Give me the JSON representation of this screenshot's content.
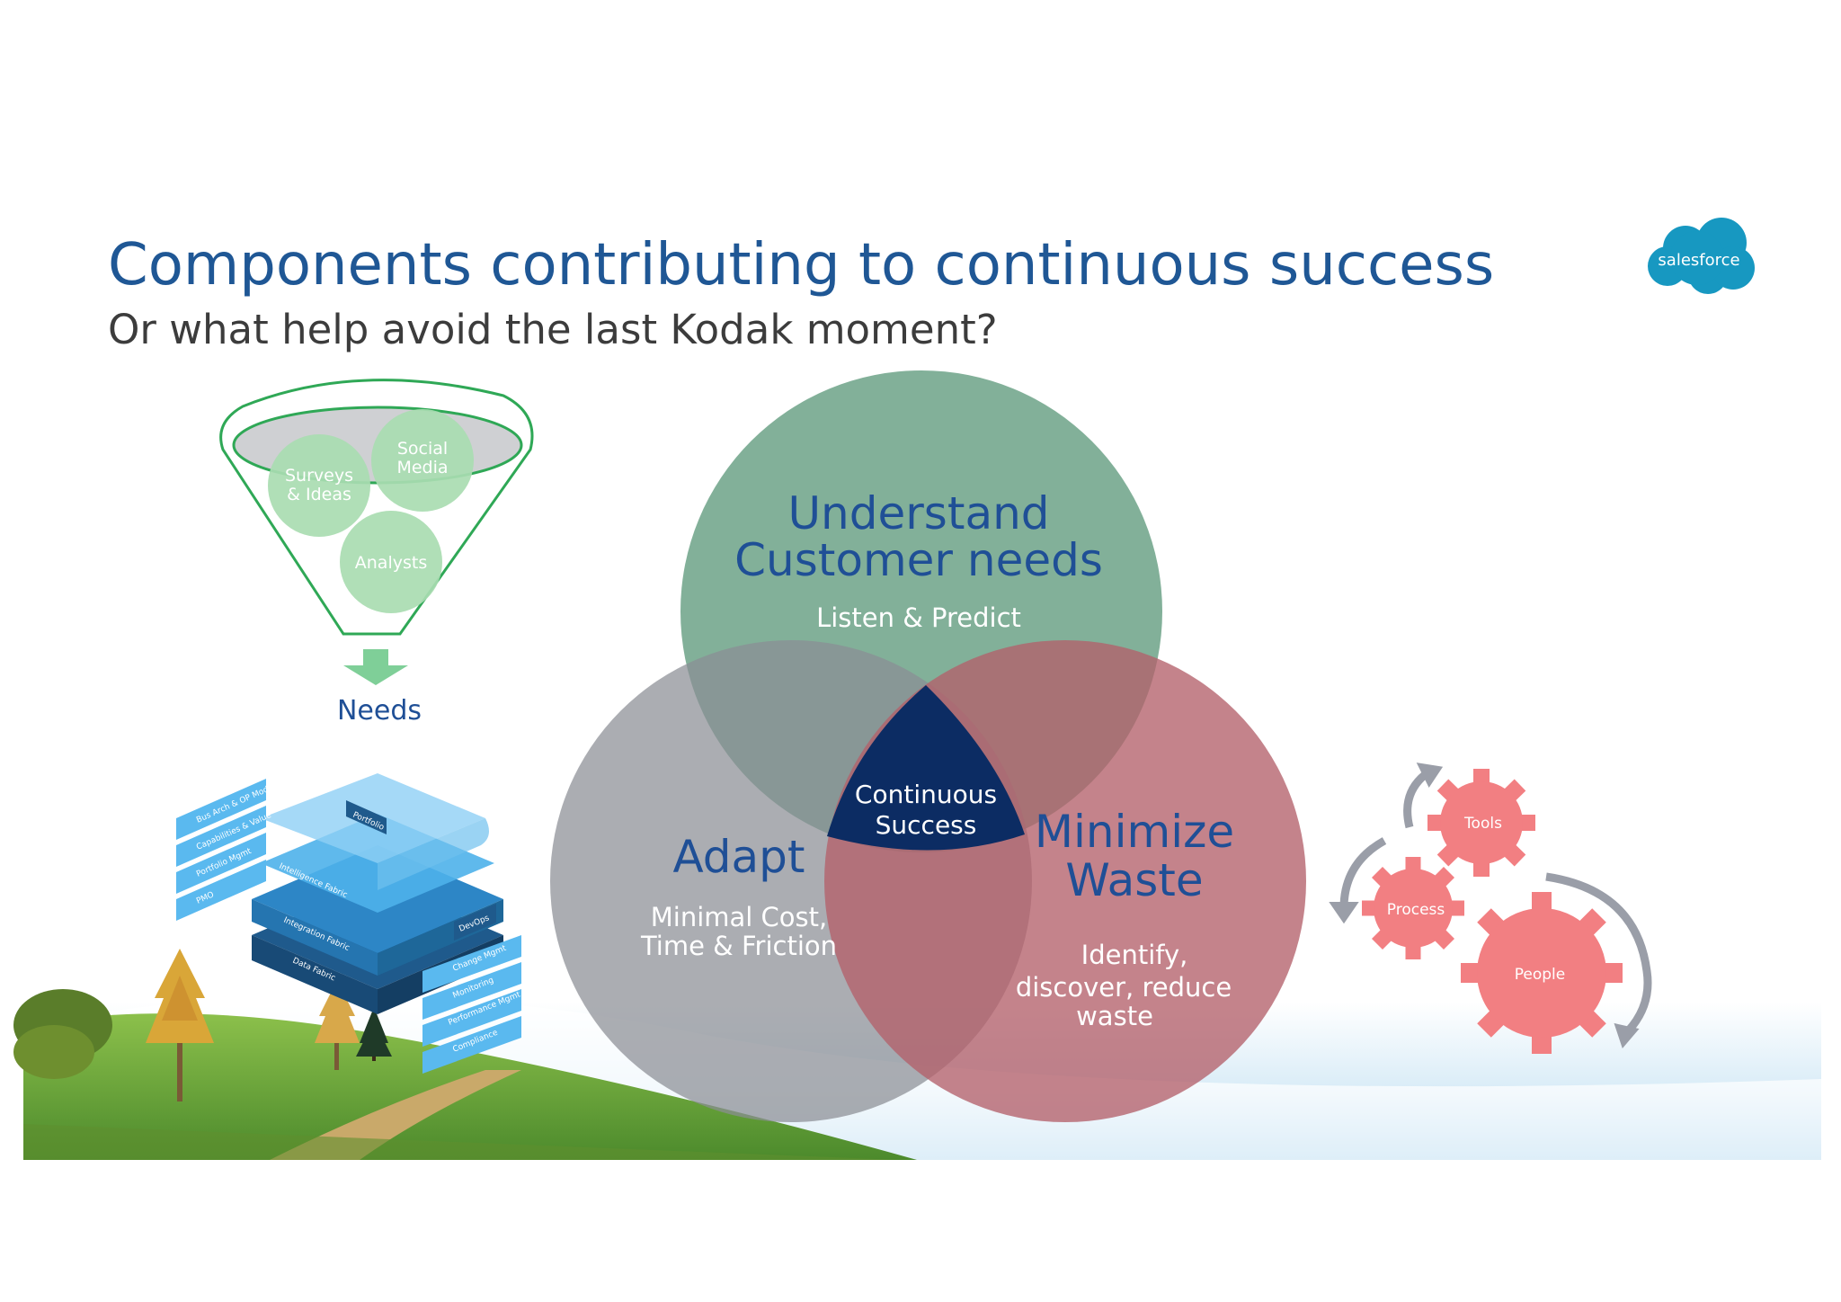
{
  "slide": {
    "title": "Components contributing to continuous success",
    "subtitle": "Or what help avoid the last Kodak moment?"
  },
  "logo": {
    "text": "salesforce",
    "color": "#1798c1"
  },
  "funnel": {
    "bubbles": [
      {
        "line1": "Social",
        "line2": "Media"
      },
      {
        "line1": "Surveys",
        "line2": "& Ideas"
      },
      {
        "line1": "Analysts",
        "line2": ""
      }
    ],
    "output_label": "Needs",
    "colors": {
      "outline": "#2fa856",
      "bubble": "#a9dcb1",
      "arrow": "#7fcf98"
    }
  },
  "venn": {
    "center_label": {
      "line1": "Continuous",
      "line2": "Success"
    },
    "circles": [
      {
        "title_line1": "Understand",
        "title_line2": "Customer needs",
        "subtitle_lines": [
          "Listen & Predict"
        ],
        "color": "#5f9a7c"
      },
      {
        "title_line1": "Adapt",
        "title_line2": "",
        "subtitle_lines": [
          "Minimal Cost,",
          "Time & Friction"
        ],
        "color": "#8a8e94"
      },
      {
        "title_line1": "Minimize",
        "title_line2": "Waste",
        "subtitle_lines": [
          "Identify,",
          "discover, reduce",
          "waste"
        ],
        "color": "#b3606a"
      }
    ],
    "center_color": "#0c2c63"
  },
  "gears": {
    "items": [
      {
        "label": "Tools"
      },
      {
        "label": "Process"
      },
      {
        "label": "People"
      }
    ],
    "color": "#f27f82",
    "arrow_color": "#9a9ea8"
  },
  "platform_stack": {
    "left_tags": [
      "Bus Arch & OP Model",
      "Capabilities & Value",
      "Portfolio Mgmt",
      "PMO"
    ],
    "right_tags": [
      "Change Mgmt",
      "Monitoring",
      "Performance Mgmt",
      "Compliance"
    ],
    "center_labels": [
      "Portfolio",
      "Intelligence Fabric",
      "Integration Fabric",
      "Data Fabric"
    ],
    "side_label": "DevOps"
  }
}
